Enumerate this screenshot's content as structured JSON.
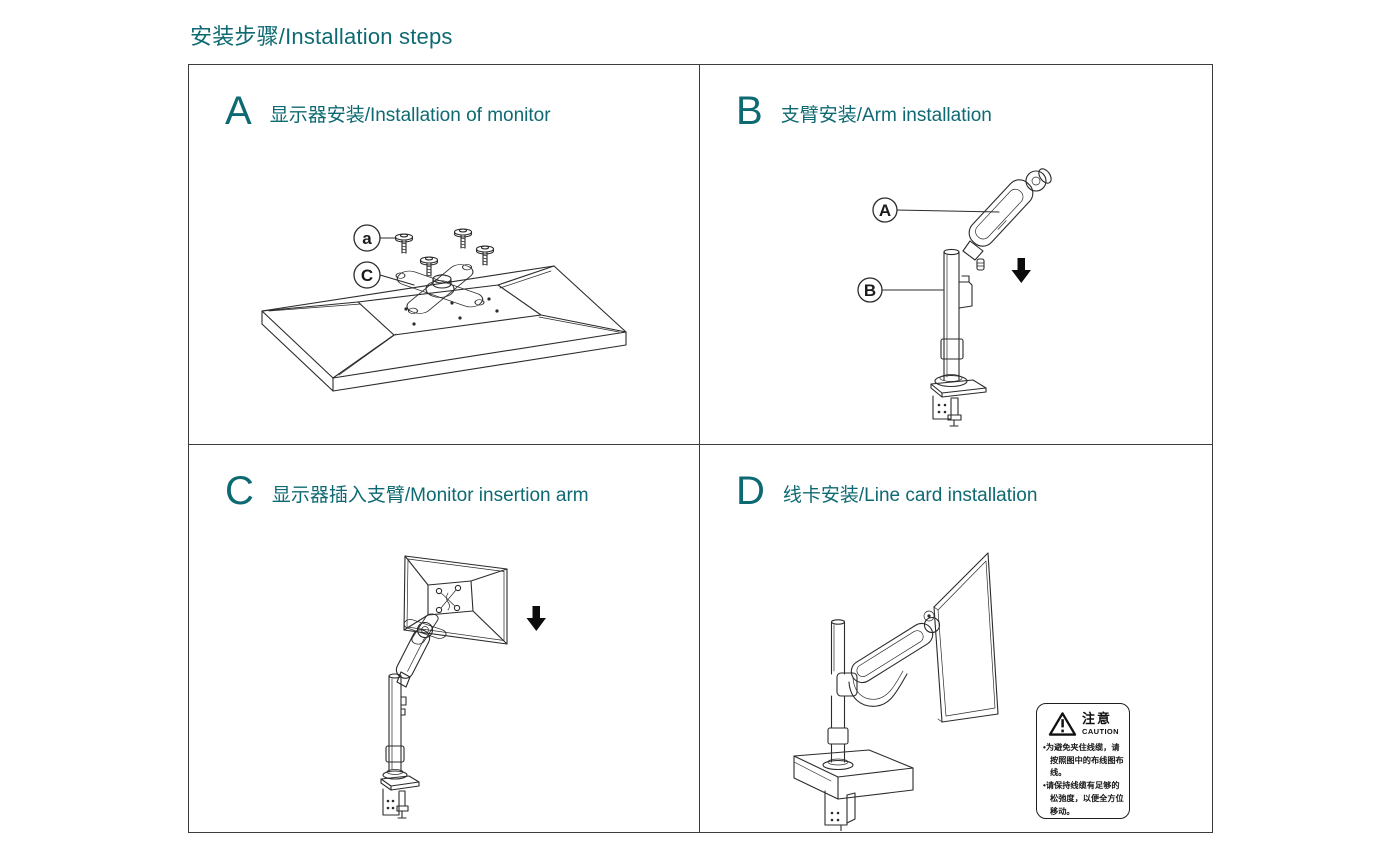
{
  "page": {
    "title": "安装步骤/Installation steps"
  },
  "colors": {
    "accent_teal": "#0e6a72",
    "line_dark": "#2b2b2b",
    "arrow_black": "#0c0c0c"
  },
  "panels": [
    {
      "letter": "A",
      "title": "显示器安装/Installation of monitor",
      "callouts": [
        {
          "label": "a"
        },
        {
          "label": "C"
        }
      ]
    },
    {
      "letter": "B",
      "title": "支臂安装/Arm installation",
      "callouts": [
        {
          "label": "A"
        },
        {
          "label": "B"
        }
      ]
    },
    {
      "letter": "C",
      "title": "显示器插入支臂/Monitor insertion arm",
      "callouts": []
    },
    {
      "letter": "D",
      "title": "线卡安装/Line card installation",
      "callouts": [],
      "caution": {
        "title_zh": "注意",
        "title_en": "CAUTION",
        "lines": [
          "•为避免夹住线缆，请按照图中的布线图布线。",
          "•请保持线缆有足够的松弛度，以便全方位移动。"
        ]
      }
    }
  ]
}
